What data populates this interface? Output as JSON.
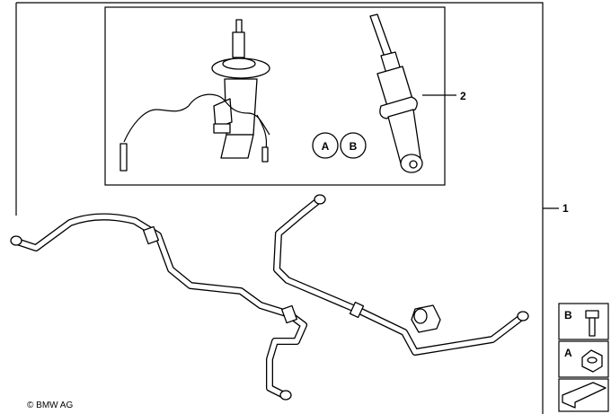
{
  "callouts": {
    "main_label": "1",
    "shock_label": "2"
  },
  "kit_labels": {
    "a": "A",
    "b": "B"
  },
  "legend": [
    {
      "label": "B",
      "icon": "bolt-icon"
    },
    {
      "label": "A",
      "icon": "nut-icon"
    }
  ],
  "copyright": "© BMW AG",
  "colors": {
    "line": "#000000",
    "background": "#ffffff"
  }
}
